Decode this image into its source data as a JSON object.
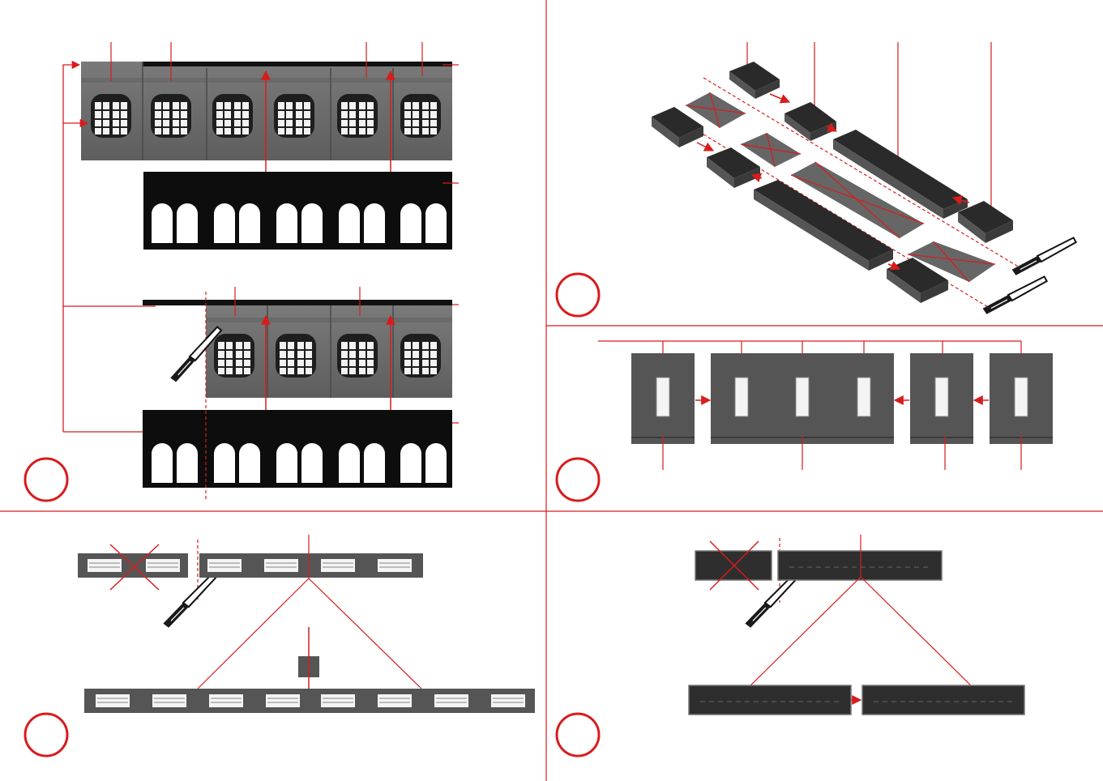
{
  "sheet": {
    "accent_color": "#d81c1c",
    "part_color": "#555555",
    "dark_part_color": "#111111",
    "icons": [
      "craft-knife-icon",
      "cut-line",
      "discard-cross",
      "assembly-arrow"
    ]
  },
  "steps": [
    {
      "id": "step-1",
      "label": "",
      "panel": "wall-arcade-assembly"
    },
    {
      "id": "step-2",
      "label": "",
      "panel": "roof-box-assembly"
    },
    {
      "id": "step-3",
      "label": "",
      "panel": "skylight-plates-assembly"
    },
    {
      "id": "step-4",
      "label": "",
      "panel": "ventilated-strip-assembly"
    },
    {
      "id": "step-5",
      "label": "",
      "panel": "plain-strip-assembly"
    }
  ]
}
